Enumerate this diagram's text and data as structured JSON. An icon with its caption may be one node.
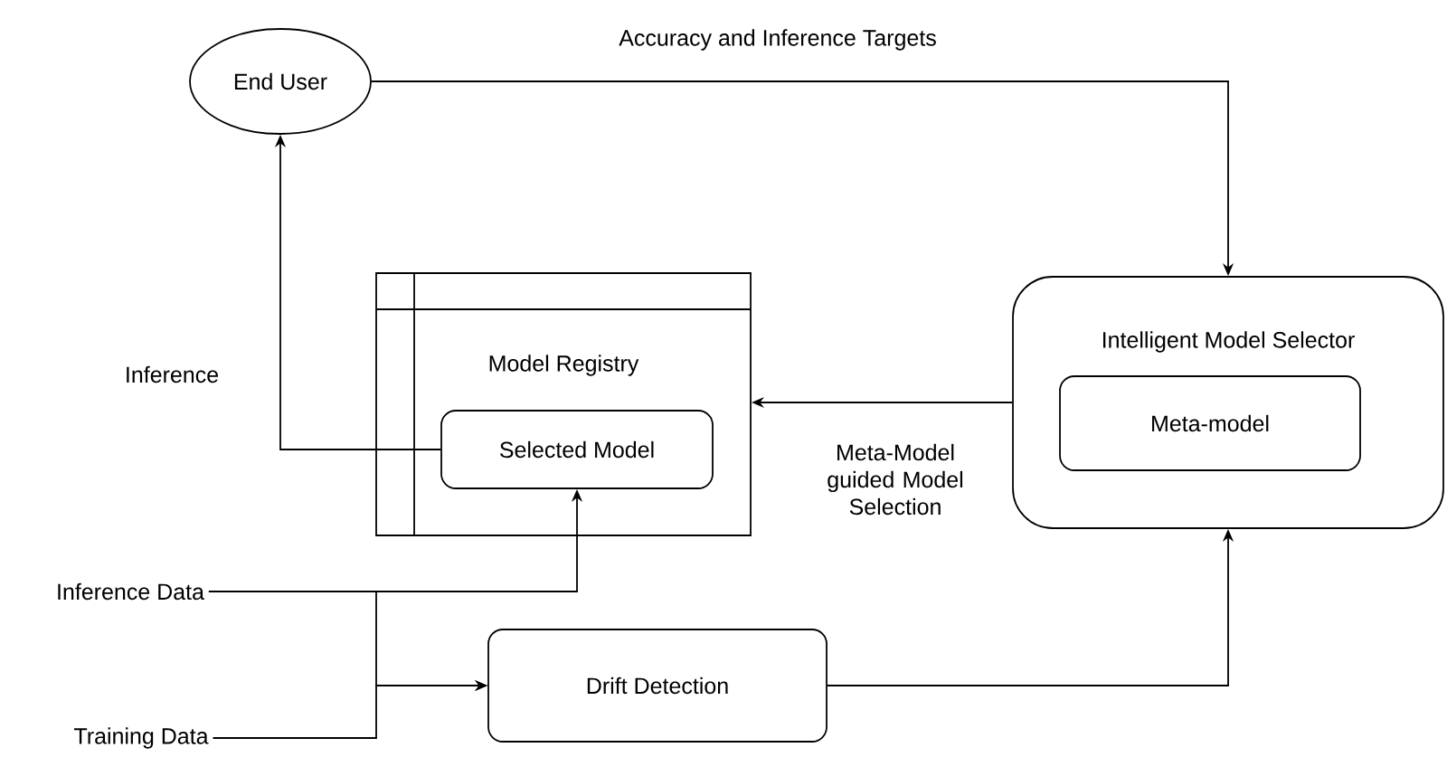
{
  "diagram": {
    "nodes": [
      {
        "text": [
          "End User"
        ]
      },
      {
        "text": [
          "Model Registry"
        ]
      },
      {
        "text": [
          "Selected Model"
        ],
        "in": 1
      },
      {
        "text": [
          "Intelligent Model Selector"
        ]
      },
      {
        "text": [
          "Meta-model"
        ],
        "in": 3
      },
      {
        "text": [
          "Drift Detection"
        ]
      },
      {
        "text": [
          "Inference Data"
        ]
      },
      {
        "text": [
          "Training Data"
        ]
      }
    ],
    "edges": [
      {
        "from": 0,
        "to": 3,
        "arrow": "to",
        "label": "Accuracy and Inference Targets"
      },
      {
        "from": 2,
        "to": 0,
        "arrow": "to",
        "label": "Inference"
      },
      {
        "from": 3,
        "to": 1,
        "arrow": "to",
        "label": "Meta-Model guided Model Selection"
      },
      {
        "from": 6,
        "to": 2,
        "arrow": "to"
      },
      {
        "from": 6,
        "to": 5,
        "arrow": "to"
      },
      {
        "from": 7,
        "to": 5,
        "arrow": "to"
      },
      {
        "from": 5,
        "to": 3,
        "arrow": "to"
      }
    ]
  }
}
